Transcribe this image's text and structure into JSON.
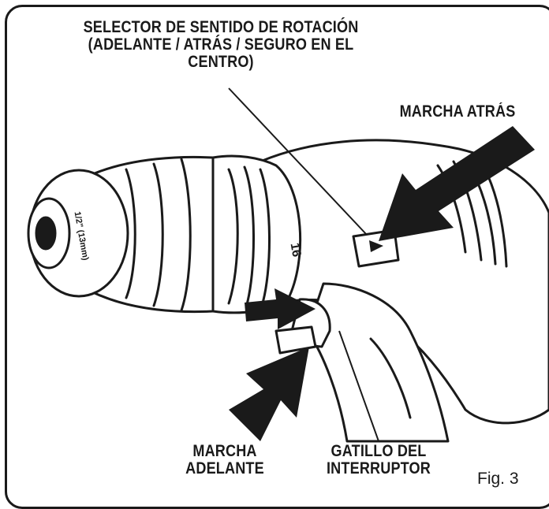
{
  "labels": {
    "selector": "SELECTOR DE SENTIDO DE ROTACIÓN\n(ADELANTE / ATRÁS / SEGURO EN EL\nCENTRO)",
    "reverse": "MARCHA ATRÁS",
    "forward": "MARCHA\nADELANTE",
    "trigger": "GATILLO DEL\nINTERRUPTOR",
    "figure": "Fig. 3"
  },
  "chuck_markings": {
    "size": "1/2\" (13mm)",
    "clutch_setting": "16"
  },
  "colors": {
    "ink": "#1a1a1a",
    "paper": "#ffffff"
  }
}
